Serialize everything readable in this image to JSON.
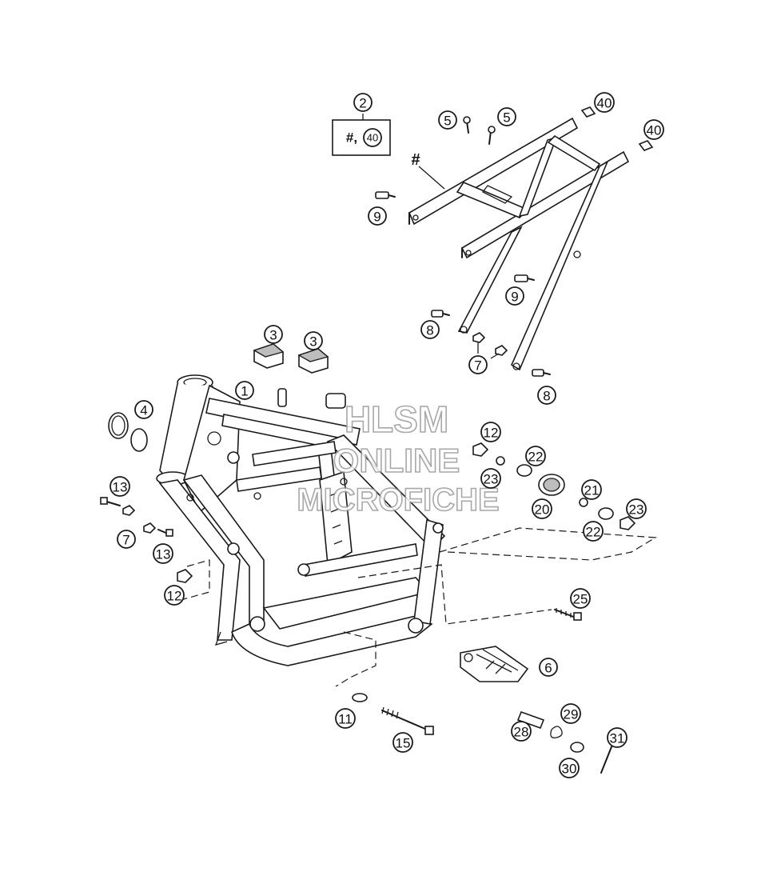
{
  "watermark": {
    "line1": "HLSM",
    "line2": "ONLINE",
    "line3": "MICROFICHE"
  },
  "subassembly_box": {
    "hash": "#,",
    "ref": "40"
  },
  "hash_label": "#",
  "callouts": [
    {
      "id": "c2",
      "label": "2"
    },
    {
      "id": "c5a",
      "label": "5"
    },
    {
      "id": "c5b",
      "label": "5"
    },
    {
      "id": "c40a",
      "label": "40"
    },
    {
      "id": "c40b",
      "label": "40"
    },
    {
      "id": "c9a",
      "label": "9"
    },
    {
      "id": "c9b",
      "label": "9"
    },
    {
      "id": "c8a",
      "label": "8"
    },
    {
      "id": "c8b",
      "label": "8"
    },
    {
      "id": "c7a",
      "label": "7"
    },
    {
      "id": "c3a",
      "label": "3"
    },
    {
      "id": "c3b",
      "label": "3"
    },
    {
      "id": "c1",
      "label": "1"
    },
    {
      "id": "c4",
      "label": "4"
    },
    {
      "id": "c13a",
      "label": "13"
    },
    {
      "id": "c7b",
      "label": "7"
    },
    {
      "id": "c13b",
      "label": "13"
    },
    {
      "id": "c12a",
      "label": "12"
    },
    {
      "id": "c12b",
      "label": "12"
    },
    {
      "id": "c22a",
      "label": "22"
    },
    {
      "id": "c23a",
      "label": "23"
    },
    {
      "id": "c21",
      "label": "21"
    },
    {
      "id": "c20",
      "label": "20"
    },
    {
      "id": "c23b",
      "label": "23"
    },
    {
      "id": "c22b",
      "label": "22"
    },
    {
      "id": "c25",
      "label": "25"
    },
    {
      "id": "c6",
      "label": "6"
    },
    {
      "id": "c11",
      "label": "11"
    },
    {
      "id": "c15",
      "label": "15"
    },
    {
      "id": "c29",
      "label": "29"
    },
    {
      "id": "c28",
      "label": "28"
    },
    {
      "id": "c31",
      "label": "31"
    },
    {
      "id": "c30",
      "label": "30"
    }
  ]
}
